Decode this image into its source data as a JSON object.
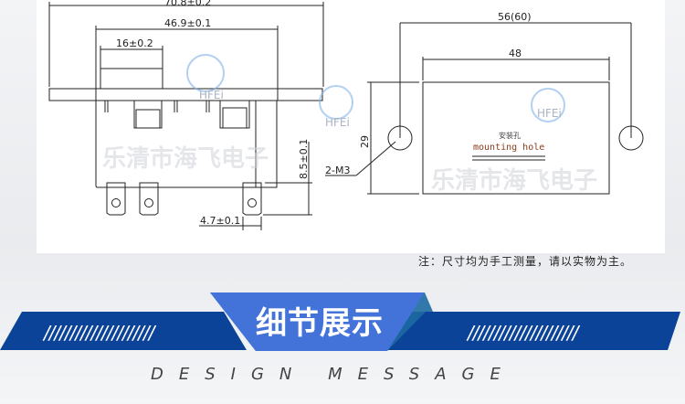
{
  "drawing": {
    "dims": {
      "overall_width": "70.8±0.2",
      "body_width": "46.9±0.1",
      "top_width": "16±0.2",
      "terminal_height": "8.5±0.1",
      "terminal_width": "4.7±0.1",
      "hole_spacing": "56(60)",
      "cutout_width": "48",
      "cutout_height": "29",
      "screw": "2-M3"
    },
    "cutout_label_cn": "安装孔",
    "cutout_label_en": "mounting hole",
    "watermark": "乐清市海飞电子",
    "logo": "HFEi"
  },
  "note": "注：尺寸均为手工测量，请以实物为主。",
  "banner": {
    "title": "细节展示",
    "subtitle": "DESIGN MESSAGE",
    "hatch": "/////////////////////",
    "color": "#0b4399",
    "accent": "#4372d9"
  }
}
